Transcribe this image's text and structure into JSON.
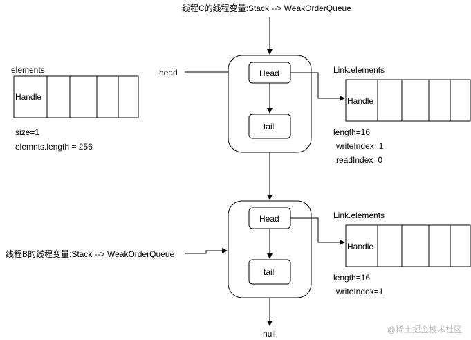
{
  "top_label": "线程C的线程变量:Stack --> WeakOrderQueue",
  "left_label": "线程B的线程变量:Stack --> WeakOrderQueue",
  "head_label": "head",
  "null_label": "null",
  "watermark": "@稀土掘金技术社区",
  "stack_array": {
    "title": "elements",
    "first_cell": "Handle",
    "size_text": "size=1",
    "length_text": "elemnts.length = 256"
  },
  "node1": {
    "head": "Head",
    "tail": "tail"
  },
  "node2": {
    "head": "Head",
    "tail": "tail"
  },
  "link1": {
    "title": "Link.elements",
    "first_cell": "Handle",
    "length_text": "length=16",
    "write_index_text": "writeIndex=1",
    "read_index_text": "readIndex=0"
  },
  "link2": {
    "title": "Link.elements",
    "first_cell": "Handle",
    "length_text": "length=16",
    "write_index_text": "writeIndex=1"
  }
}
